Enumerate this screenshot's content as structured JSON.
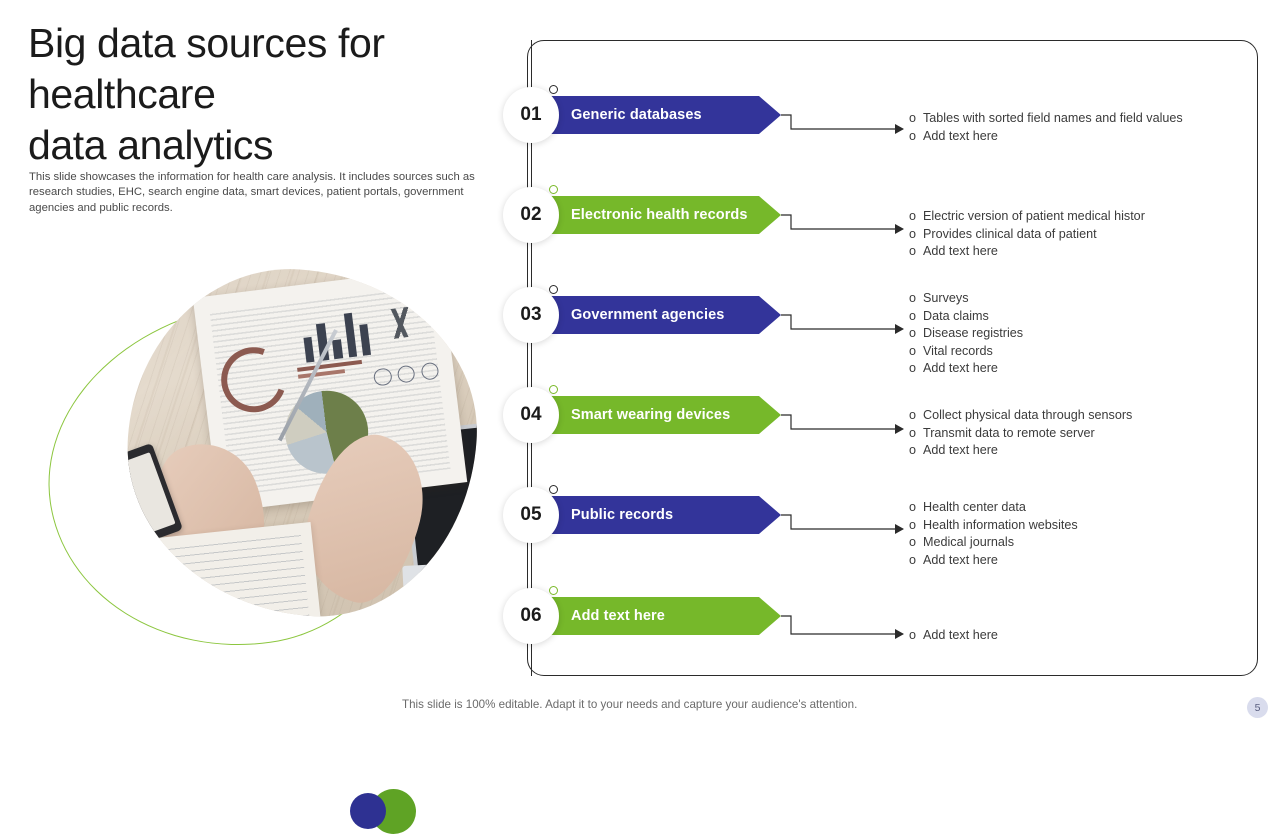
{
  "slide": {
    "title_lines": [
      "Big data sources for",
      "healthcare",
      "data analytics"
    ],
    "subtitle": "This slide showcases the information for health care analysis. It includes sources such as research studies, EHC, search engine data, smart devices, patient portals, government agencies and public records.",
    "footer_note": "This slide is 100% editable. Adapt it to your needs and capture your audience's attention.",
    "page_number": "5"
  },
  "colors": {
    "blue": "#33349a",
    "green": "#76b82a",
    "dot_blue": "#2e3192",
    "dot_green": "#5fa325",
    "ring_green": "#8cc63f",
    "line": "#2b2b2b",
    "page_badge_bg": "#d9dced"
  },
  "bullet_marker": "o",
  "steps": [
    {
      "number": "01",
      "label": "Generic databases",
      "color": "blue",
      "bullets": [
        "Tables with sorted field names and field values",
        "Add text here"
      ]
    },
    {
      "number": "02",
      "label": "Electronic  health records",
      "color": "green",
      "bullets": [
        "Electric version of patient medical histor",
        "Provides clinical  data of patient",
        "Add text here"
      ]
    },
    {
      "number": "03",
      "label": "Government agencies",
      "color": "blue",
      "bullets": [
        "Surveys",
        "Data claims",
        "Disease registries",
        "Vital  records",
        "Add text here"
      ]
    },
    {
      "number": "04",
      "label": "Smart wearing devices",
      "color": "green",
      "bullets": [
        "Collect physical data through sensors",
        "Transmit data to remote server",
        "Add text here"
      ]
    },
    {
      "number": "05",
      "label": "Public records",
      "color": "blue",
      "bullets": [
        "Health center data",
        "Health information websites",
        "Medical journals",
        "Add text here"
      ]
    },
    {
      "number": "06",
      "label": "Add text here",
      "color": "green",
      "bullets": [
        "Add text here"
      ]
    }
  ],
  "photo": {
    "caption": "hands-analyzing-data-charts-photo"
  }
}
